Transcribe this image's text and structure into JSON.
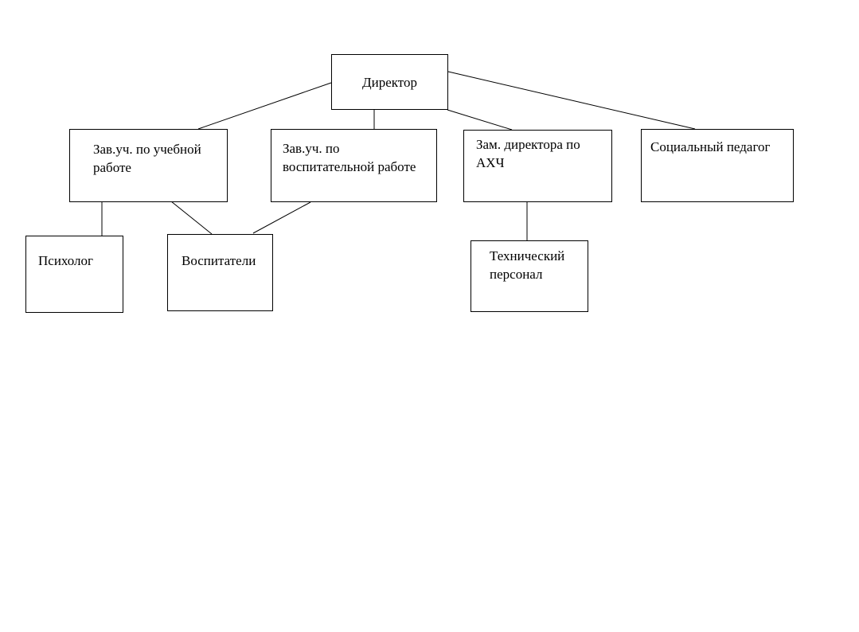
{
  "page": {
    "background_color": "#ffffff",
    "border_color": "#000000",
    "text_color": "#000000"
  },
  "diagram": {
    "type": "org-chart",
    "nodes": [
      {
        "id": "director",
        "label": "Директор"
      },
      {
        "id": "academic",
        "label": "Зав.уч. по учебной\nработе"
      },
      {
        "id": "upbringing",
        "label": "Зав.уч. по\nвоспитательной работе"
      },
      {
        "id": "ahch",
        "label": "Зам. директора по\nАХЧ"
      },
      {
        "id": "social",
        "label": "Социальный педагог"
      },
      {
        "id": "psychologist",
        "label": "Психолог"
      },
      {
        "id": "educators",
        "label": "Воспитатели"
      },
      {
        "id": "technical",
        "label": "Технический\nперсонал"
      }
    ],
    "edges": [
      {
        "from": "director",
        "to": "academic"
      },
      {
        "from": "director",
        "to": "upbringing"
      },
      {
        "from": "director",
        "to": "ahch"
      },
      {
        "from": "director",
        "to": "social"
      },
      {
        "from": "academic",
        "to": "psychologist"
      },
      {
        "from": "academic",
        "to": "educators"
      },
      {
        "from": "upbringing",
        "to": "educators"
      },
      {
        "from": "ahch",
        "to": "technical"
      }
    ]
  }
}
